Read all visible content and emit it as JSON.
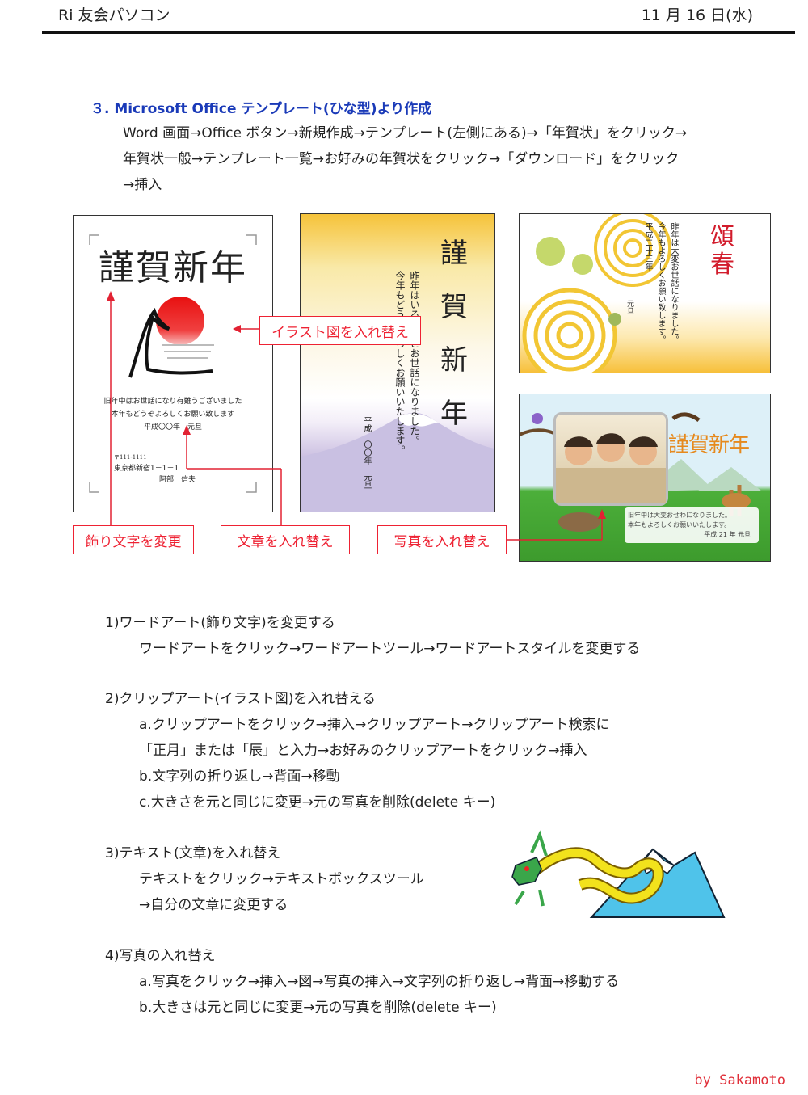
{
  "header": {
    "org": "Ri 友会パソコン",
    "date": "11 月 16 日(水)"
  },
  "section": {
    "title": "３. Microsoft Office テンプレート(ひな型)より作成",
    "steps": [
      "Word 画面→Office ボタン→新規作成→テンプレート(左側にある)→「年賀状」をクリック→",
      "年賀状一般→テンプレート一覧→お好みの年賀状をクリック→「ダウンロード」をクリック",
      "→挿入"
    ]
  },
  "card1": {
    "title": "謹賀新年",
    "msg1": "旧年中はお世話になり有難うございました",
    "msg2": "本年もどうぞよろしくお願い致します",
    "msg3": "平成〇〇年　元旦",
    "zip": "〒111-1111",
    "addr": "東京都新宿1－1－1",
    "name": "阿部　信夫"
  },
  "card2": {
    "title": [
      "謹",
      "賀",
      "新",
      "年"
    ],
    "msg1": "昨年はいろいろとお世話になりました。",
    "msg2": "今年もどうぞよろしくお願いいたします。",
    "date": "平成　〇〇年　元旦"
  },
  "card3": {
    "title": "頌春",
    "msg1": "昨年は大変お世話になりました。",
    "msg2": "今年もよろしくお願い致します。",
    "date": "平成二十三年",
    "gantan": "元旦"
  },
  "card4": {
    "title": "謹賀新年",
    "msg1": "旧年中は大変おせわになりました。",
    "msg2": "本年もよろしくお願いいたします。",
    "date": "平成 21 年 元旦"
  },
  "callouts": {
    "illust": "イラスト図を入れ替え",
    "wordart": "飾り文字を変更",
    "text": "文章を入れ替え",
    "photo": "写真を入れ替え"
  },
  "instructions": {
    "s1": {
      "head": "1)ワードアート(飾り文字)を変更する",
      "l1": "ワードアートをクリック→ワードアートツール→ワードアートスタイルを変更する"
    },
    "s2": {
      "head": "2)クリップアート(イラスト図)を入れ替える",
      "a1": "a.クリップアートをクリック→挿入→クリップアート→クリップアート検索に",
      "a2": "「正月」または「辰」と入力→お好みのクリップアートをクリック→挿入",
      "b": "b.文字列の折り返し→背面→移動",
      "c": "c.大きさを元と同じに変更→元の写真を削除(delete キー)"
    },
    "s3": {
      "head": "3)テキスト(文章)を入れ替え",
      "l1": "テキストをクリック→テキストボックスツール",
      "l2": "→自分の文章に変更する"
    },
    "s4": {
      "head": "4)写真の入れ替え",
      "a": "a.写真をクリック→挿入→図→写真の挿入→文字列の折り返し→背面→移動する",
      "b": "b.大きさは元と同じに変更→元の写真を削除(delete キー)"
    }
  },
  "footer": "by Sakamoto",
  "colors": {
    "accent_blue": "#1a3ab8",
    "callout_red": "#e22233",
    "footer_red": "#e0303a"
  }
}
